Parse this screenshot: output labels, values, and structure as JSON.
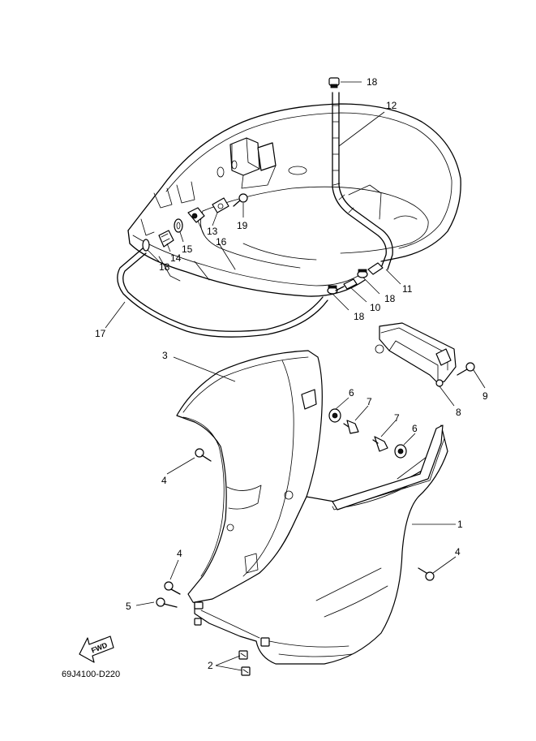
{
  "diagram_code": "69J4100-D220",
  "fwd_label": "FWD",
  "callouts": {
    "c1": "1",
    "c2": "2",
    "c3": "3",
    "c4a": "4",
    "c4b": "4",
    "c4c": "4",
    "c5": "5",
    "c6a": "6",
    "c6b": "6",
    "c7a": "7",
    "c7b": "7",
    "c8": "8",
    "c9": "9",
    "c10": "10",
    "c11": "11",
    "c12": "12",
    "c13": "13",
    "c14": "14",
    "c15": "15",
    "c16": "16",
    "c17": "17",
    "c18a": "18",
    "c18b": "18",
    "c18c": "18",
    "c18d": "18",
    "c19": "19"
  }
}
